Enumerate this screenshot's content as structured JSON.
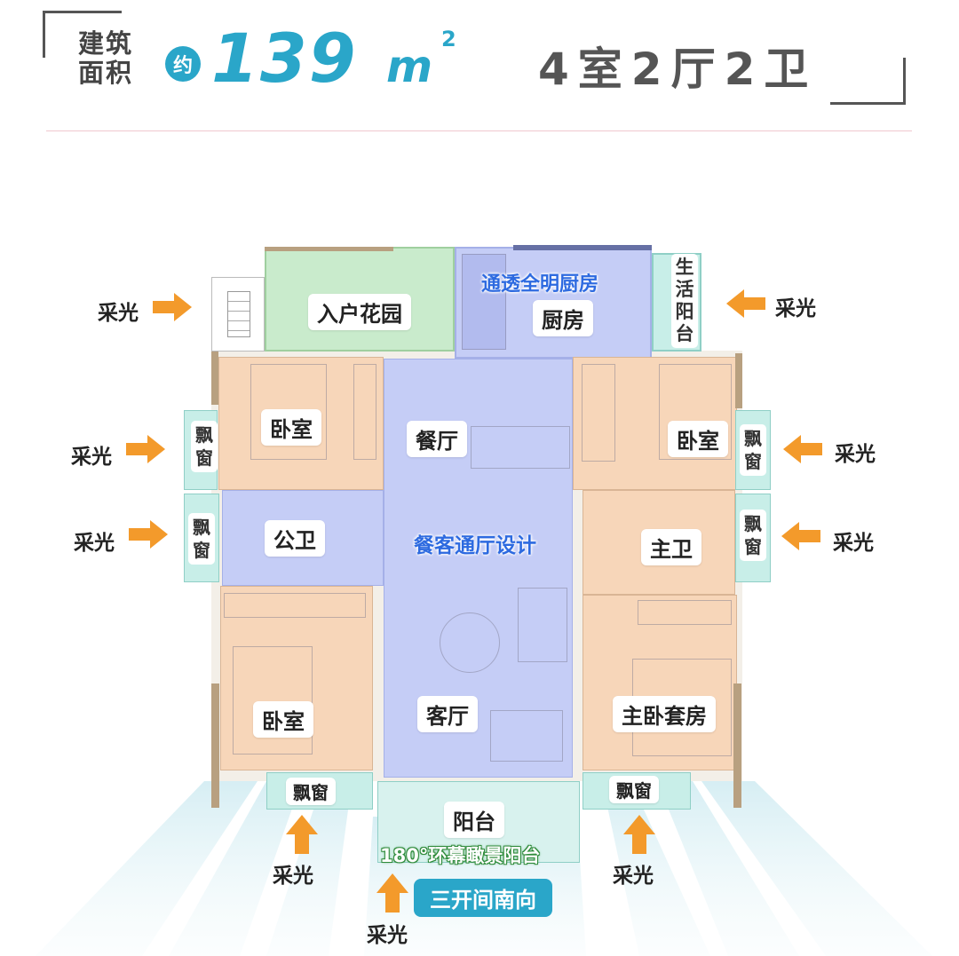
{
  "header": {
    "area_label_line1": "建筑",
    "area_label_line2": "面积",
    "approx": "约",
    "area_value": "139",
    "area_unit": "m",
    "area_unit_sup": "2",
    "layout": "4室2厅2卫"
  },
  "rooms": {
    "entry_garden": "入户花园",
    "kitchen_highlight": "通透全明厨房",
    "kitchen": "厨房",
    "utility_balcony": "生活阳台",
    "bedroom_nw": "卧室",
    "dining": "餐厅",
    "bedroom_ne": "卧室",
    "public_bath": "公卫",
    "open_hall_highlight": "餐客通厅设计",
    "master_bath": "主卫",
    "bedroom_sw": "卧室",
    "living": "客厅",
    "master_suite": "主卧套房",
    "bay_window": "飘窗",
    "balcony": "阳台",
    "balcony_highlight": "180°环幕瞰景阳台",
    "orientation_badge": "三开间南向"
  },
  "light_label": "采光",
  "colors": {
    "accent": "#2aa6c9",
    "garden": "#c9ebcc",
    "public": "#c5cdf6",
    "bedroom": "#f7d6b9",
    "window": "#c8eee8",
    "wall": "#b8a080",
    "arrow": "#f39a2b"
  }
}
